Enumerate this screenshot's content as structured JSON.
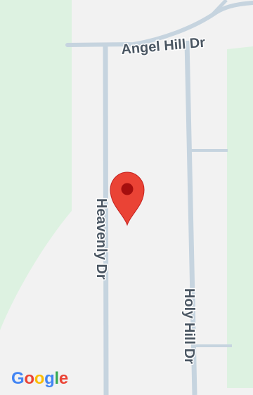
{
  "map": {
    "colors": {
      "land": "#f2f2f2",
      "park": "#ddf2e1",
      "road": "#c6d4df",
      "label": "#4a5662",
      "marker": "#ea4335",
      "marker_dot": "#a50e0e"
    },
    "roads": {
      "angel_hill": "Angel Hill Dr",
      "heavenly": "Heavenly Dr",
      "holy_hill": "Holy Hill Dr"
    },
    "marker_icon": "map-pin-icon",
    "attribution": {
      "logo_letters": [
        {
          "char": "G",
          "color": "#4285f4"
        },
        {
          "char": "o",
          "color": "#ea4335"
        },
        {
          "char": "o",
          "color": "#fbbc05"
        },
        {
          "char": "g",
          "color": "#4285f4"
        },
        {
          "char": "l",
          "color": "#34a853"
        },
        {
          "char": "e",
          "color": "#ea4335"
        }
      ]
    }
  }
}
